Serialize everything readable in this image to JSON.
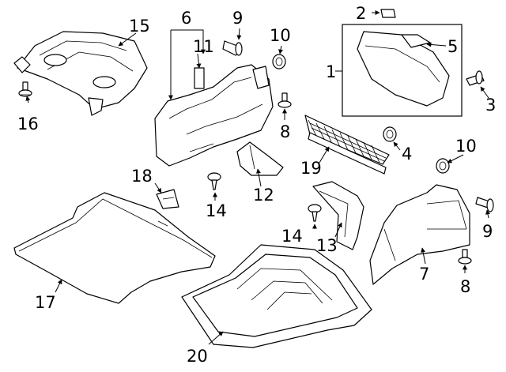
{
  "callouts": {
    "c1": "1",
    "c2": "2",
    "c3": "3",
    "c4": "4",
    "c5": "5",
    "c6": "6",
    "c7": "7",
    "c8a": "8",
    "c8b": "8",
    "c9a": "9",
    "c9b": "9",
    "c10a": "10",
    "c10b": "10",
    "c11": "11",
    "c12": "12",
    "c13": "13",
    "c14a": "14",
    "c14b": "14",
    "c15": "15",
    "c16": "16",
    "c17": "17",
    "c18": "18",
    "c19": "19",
    "c20": "20"
  }
}
